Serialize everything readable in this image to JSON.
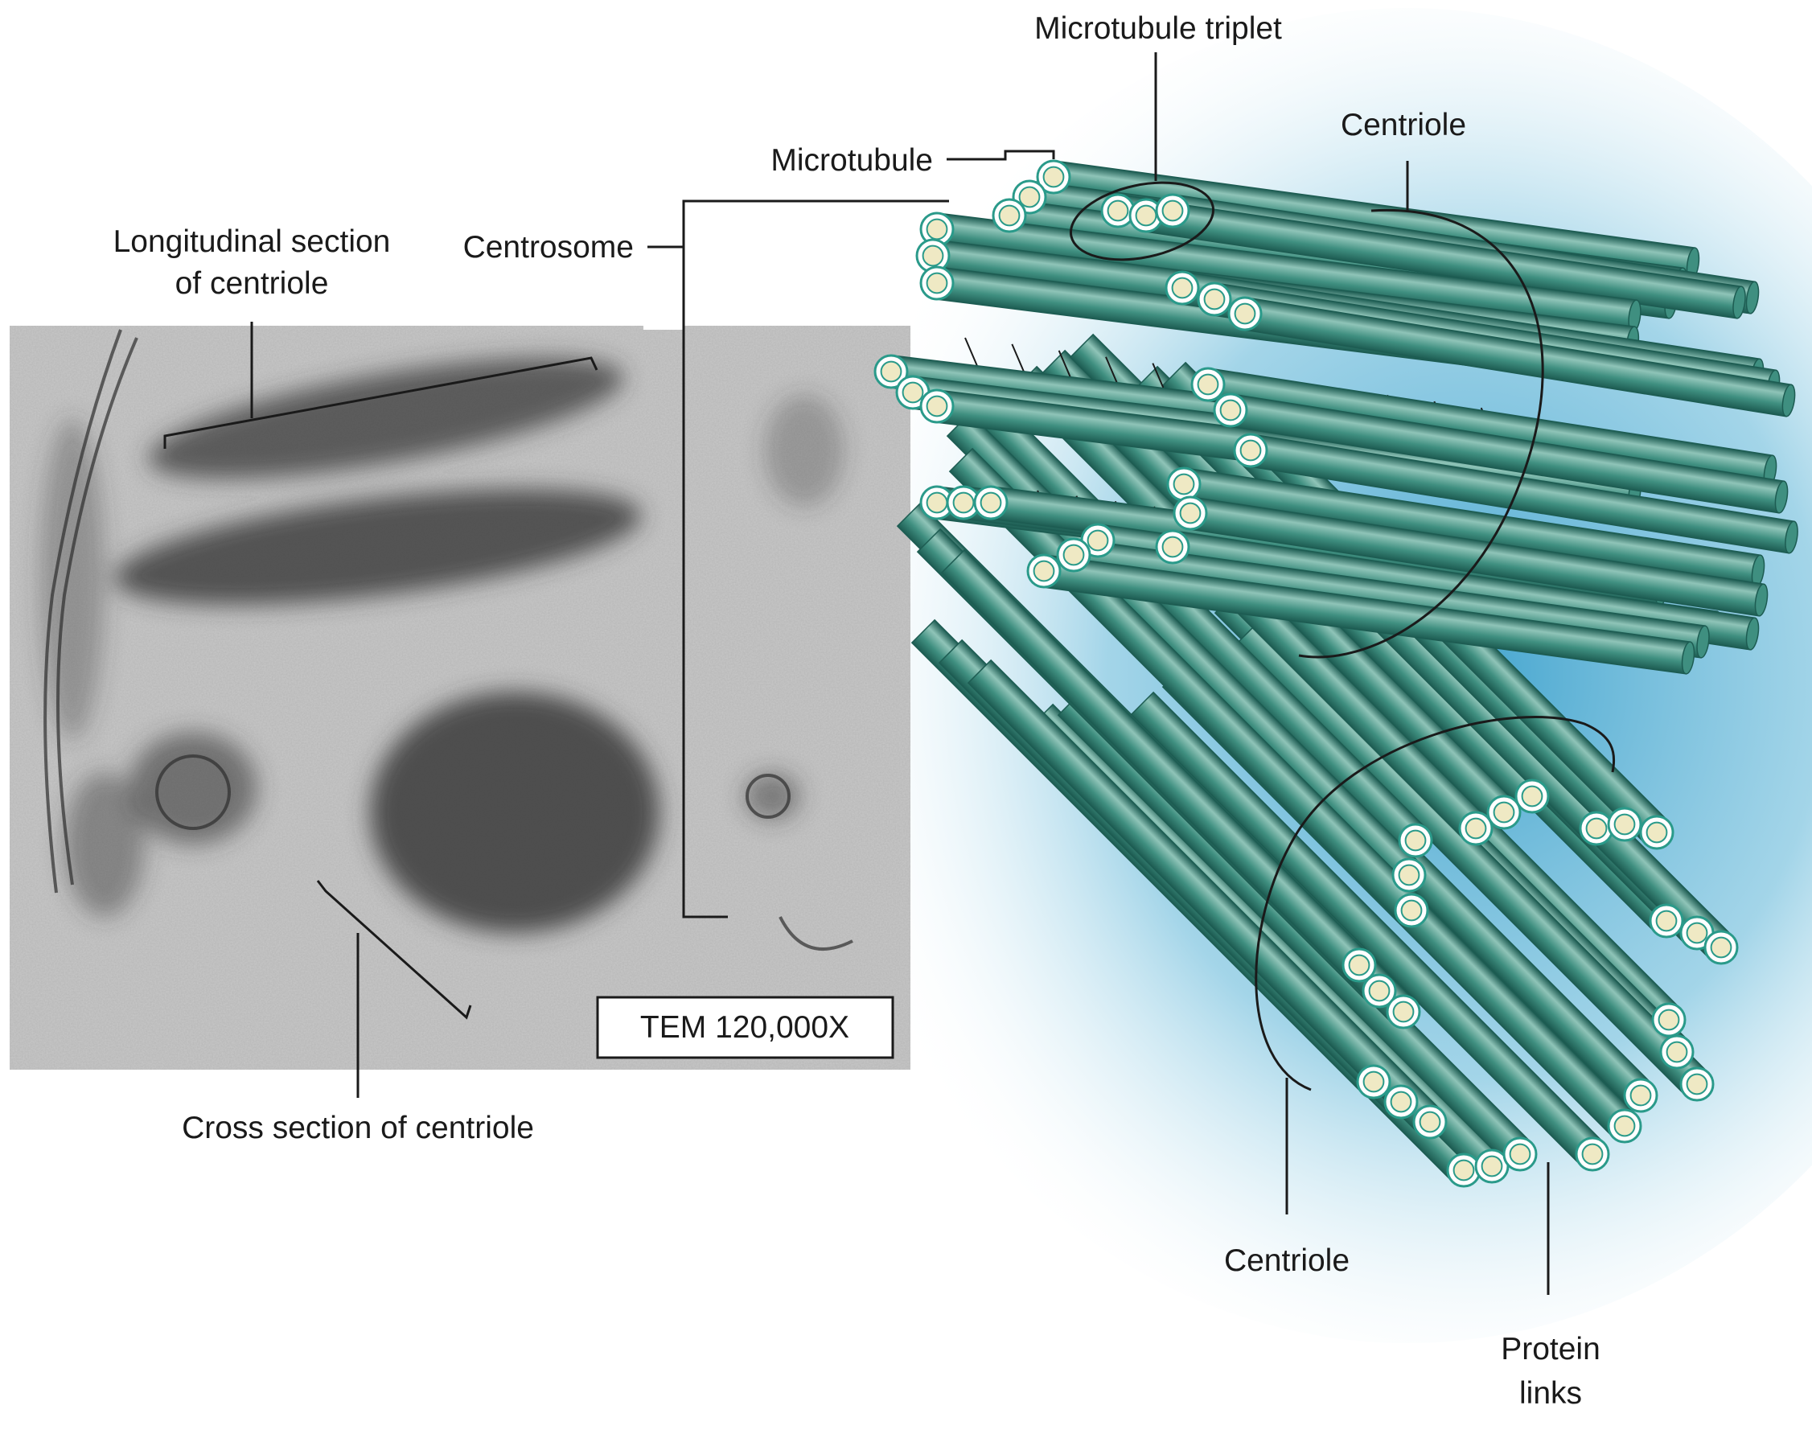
{
  "labels": {
    "microtubule_triplet": "Microtubule triplet",
    "centriole_top": "Centriole",
    "microtubule": "Microtubule",
    "centrosome": "Centrosome",
    "longitudinal_line1": "Longitudinal section",
    "longitudinal_line2": "of centriole",
    "cross_section": "Cross section of centriole",
    "magnification": "TEM 120,000X",
    "centriole_bottom": "Centriole",
    "protein_links_line1": "Protein",
    "protein_links_line2": "links"
  },
  "colors": {
    "tube_light": "#8fc4b8",
    "tube_mid": "#3f8f80",
    "tube_dark": "#1d5c52",
    "tube_end_fill": "#efe9c4",
    "tube_end_ring": "#2a9a8a",
    "halo_center": "#3aa0cc",
    "halo_edge": "#ffffff",
    "micrograph_base": "#b8b8b8",
    "micrograph_dark": "#3a3a3a"
  }
}
